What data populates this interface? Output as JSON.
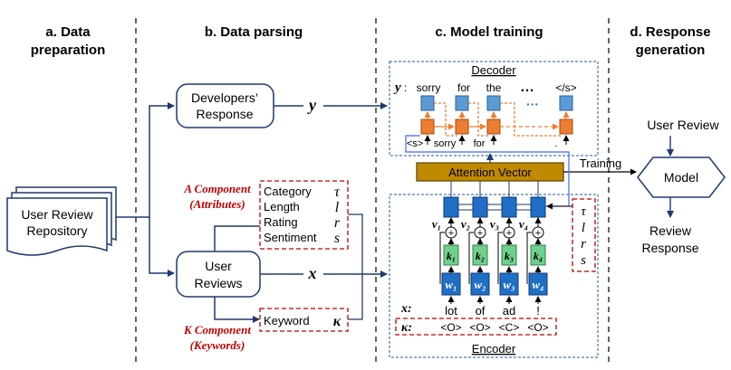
{
  "sections": {
    "a_line1": "a. Data",
    "a_line2": "preparation",
    "b": "b. Data parsing",
    "c": "c. Model training",
    "d_line1": "d. Response",
    "d_line2": "generation"
  },
  "repository": {
    "line1": "User Review",
    "line2": "Repository"
  },
  "developers_response": {
    "line1": "Developers’",
    "line2": "Response",
    "symbol": "y"
  },
  "user_reviews": {
    "line1": "User",
    "line2": "Reviews",
    "symbol": "x"
  },
  "a_component": {
    "title": "A Component",
    "subtitle": "(Attributes)",
    "items": [
      {
        "label": "Category",
        "symbol": "τ"
      },
      {
        "label": "Length",
        "symbol": "l"
      },
      {
        "label": "Rating",
        "symbol": "r"
      },
      {
        "label": "Sentiment",
        "symbol": "s"
      }
    ]
  },
  "k_component": {
    "title": "K Component",
    "subtitle": "(Keywords)",
    "label": "Keyword",
    "symbol": "κ"
  },
  "decoder": {
    "title": "Decoder",
    "y_label": "y",
    "outputs": [
      "sorry",
      "for",
      "the",
      "…",
      "</s>"
    ],
    "inputs": [
      "<s>",
      "sorry",
      "for",
      "."
    ],
    "ellipsis": "···"
  },
  "attention": "Attention Vector",
  "encoder": {
    "title": "Encoder",
    "attr_symbols": [
      "τ",
      "l",
      "r",
      "s"
    ],
    "v_labels": [
      "v₁",
      "v₂",
      "v₃",
      "v₄"
    ],
    "k_labels": [
      "k₁",
      "k₂",
      "k₃",
      "k₄"
    ],
    "w_labels": [
      "w₁",
      "w₂",
      "w₃",
      "w₄"
    ],
    "x_label": "x:",
    "kappa_label": "κ:",
    "words": [
      "lot",
      "of",
      "ad",
      "!"
    ],
    "tags": [
      "<O>",
      "<O>",
      "<C>",
      "<O>"
    ]
  },
  "training": "Training",
  "response_gen": {
    "user_review": "User Review",
    "model": "Model",
    "review_response_1": "Review",
    "review_response_2": "Response"
  },
  "colors": {
    "blue_node": "#1f6fc6",
    "light_blue": "#5b9bd5",
    "orange": "#ed7d31",
    "green": "#6fd18c",
    "attention": "#c08a00",
    "red": "#c00000",
    "navy": "#1f3a6e"
  }
}
